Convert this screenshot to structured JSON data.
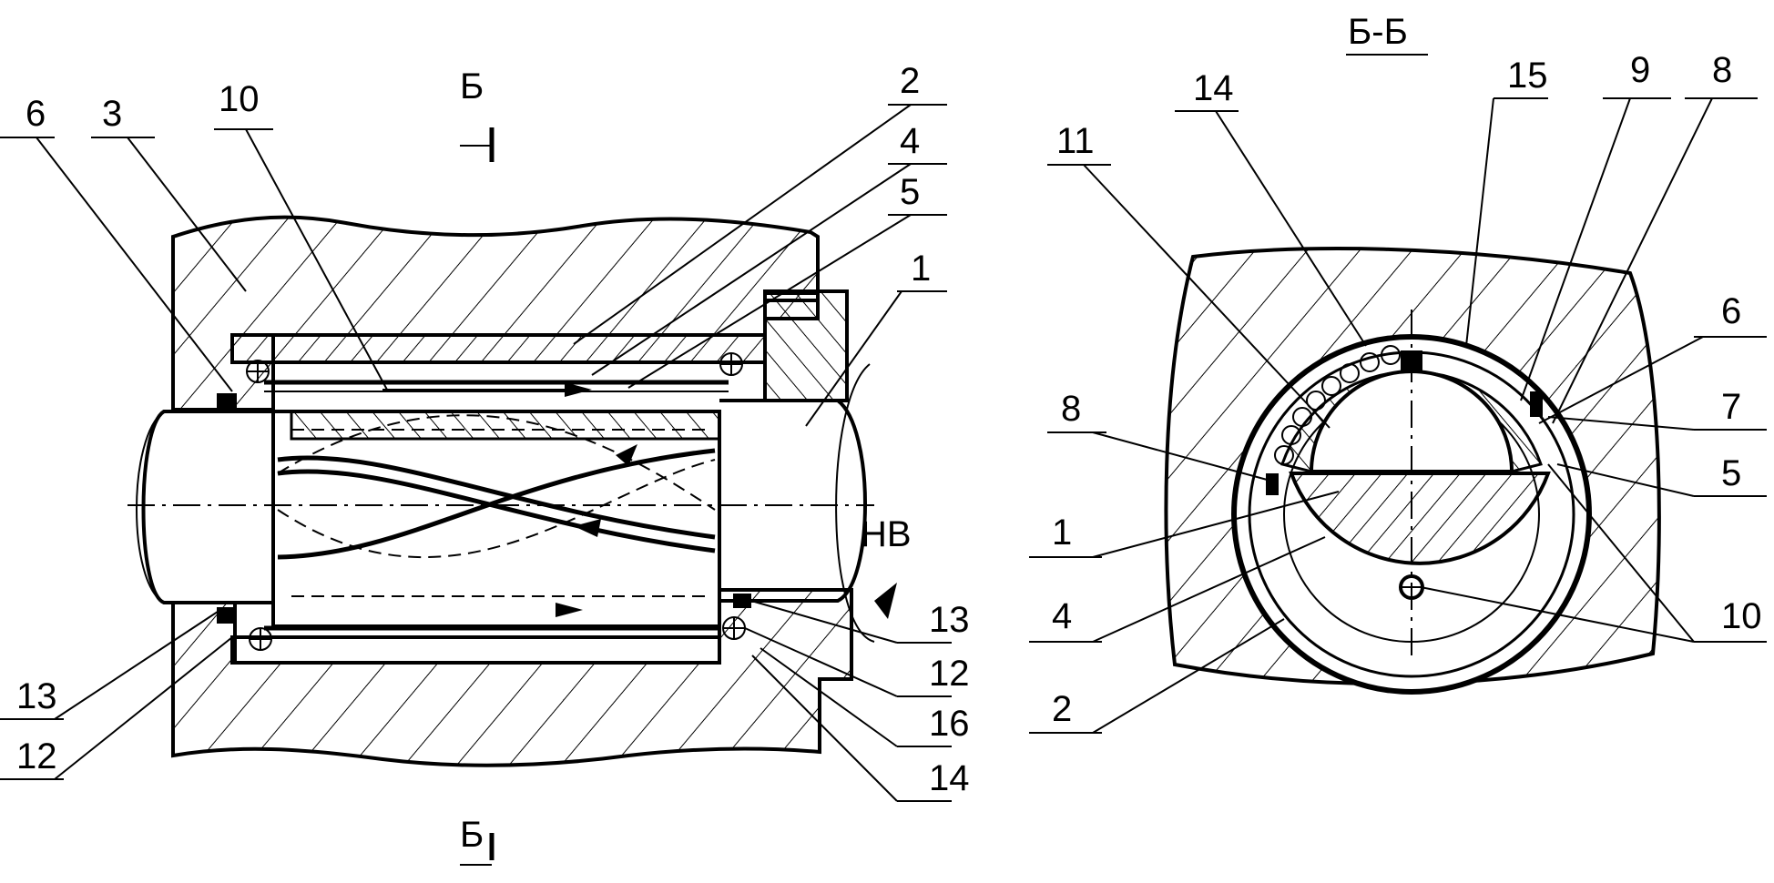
{
  "left_view": {
    "section_mark_top": "Б",
    "section_mark_bottom": "Б",
    "rotation_label": "HB",
    "callouts": [
      "6",
      "3",
      "10",
      "2",
      "4",
      "5",
      "1",
      "13",
      "12",
      "13",
      "12",
      "16",
      "14"
    ]
  },
  "right_view": {
    "section_title": "Б-Б",
    "callouts": [
      "14",
      "15",
      "9",
      "8",
      "11",
      "6",
      "7",
      "8",
      "5",
      "1",
      "4",
      "10",
      "2"
    ]
  },
  "colors": {
    "ink": "#000000",
    "paper": "#ffffff"
  }
}
